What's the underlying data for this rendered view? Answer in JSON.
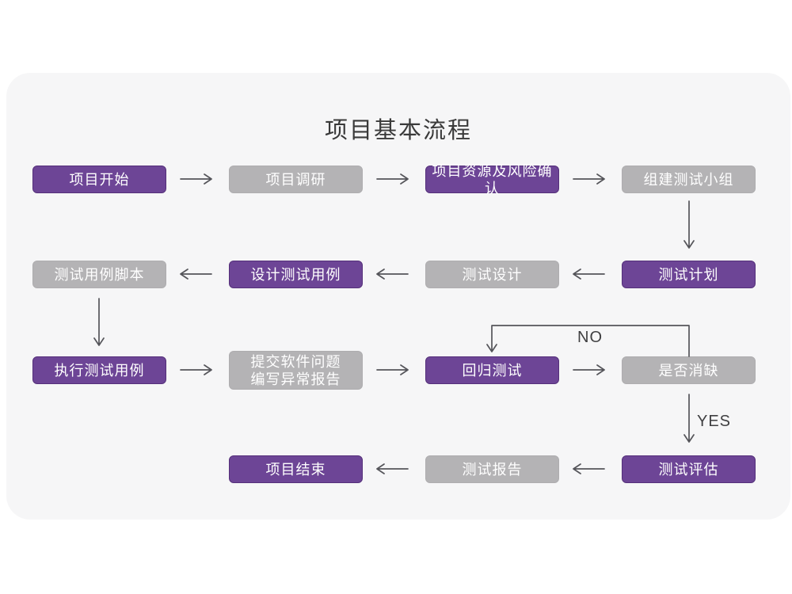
{
  "page": {
    "title": "项目基本流程"
  },
  "diagram": {
    "colors": {
      "accent": "#6d4596",
      "accent_border": "#55307a",
      "gray": "#b4b3b5",
      "card_bg": "#f6f6f7",
      "arrow": "#55555a",
      "title_text": "#3a3a3a",
      "node_text": "#ffffff"
    },
    "nodes": [
      {
        "id": "project-start",
        "label": "项目开始",
        "variant": "purple"
      },
      {
        "id": "project-research",
        "label": "项目调研",
        "variant": "gray"
      },
      {
        "id": "risk-confirm",
        "label": "项目资源及风险确认",
        "variant": "purple"
      },
      {
        "id": "build-team",
        "label": "组建测试小组",
        "variant": "gray"
      },
      {
        "id": "test-plan",
        "label": "测试计划",
        "variant": "purple"
      },
      {
        "id": "test-design",
        "label": "测试设计",
        "variant": "gray"
      },
      {
        "id": "design-cases",
        "label": "设计测试用例",
        "variant": "purple"
      },
      {
        "id": "case-script",
        "label": "测试用例脚本",
        "variant": "gray"
      },
      {
        "id": "execute-cases",
        "label": "执行测试用例",
        "variant": "purple"
      },
      {
        "id": "submit-issues",
        "label": "提交软件问题\n编写异常报告",
        "variant": "gray"
      },
      {
        "id": "regression-test",
        "label": "回归测试",
        "variant": "purple"
      },
      {
        "id": "defect-cleared",
        "label": "是否消缺",
        "variant": "gray"
      },
      {
        "id": "test-evaluate",
        "label": "测试评估",
        "variant": "purple"
      },
      {
        "id": "test-report",
        "label": "测试报告",
        "variant": "gray"
      },
      {
        "id": "project-end",
        "label": "项目结束",
        "variant": "purple"
      }
    ],
    "edge_labels": {
      "no": "NO",
      "yes": "YES"
    }
  }
}
